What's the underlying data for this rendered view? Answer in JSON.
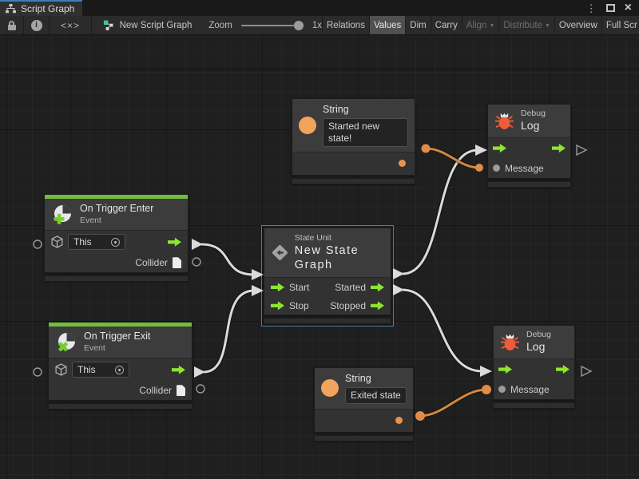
{
  "window": {
    "tab_label": "Script Graph",
    "controls": {
      "menu_icon": "kebab-menu",
      "maximize_icon": "maximize",
      "close_icon": "×"
    }
  },
  "toolbar": {
    "left_icons": [
      "lock",
      "info",
      "code-brackets"
    ],
    "code_glyph": "<×>",
    "graph_label": "New Script Graph",
    "zoom_label": "Zoom",
    "zoom_value": "1x",
    "buttons": [
      {
        "label": "Relations",
        "state": "normal"
      },
      {
        "label": "Values",
        "state": "active"
      },
      {
        "label": "Dim",
        "state": "normal"
      },
      {
        "label": "Carry",
        "state": "normal"
      },
      {
        "label": "Align",
        "state": "disabled",
        "dropdown": true
      },
      {
        "label": "Distribute",
        "state": "disabled",
        "dropdown": true
      },
      {
        "label": "Overview",
        "state": "normal"
      },
      {
        "label": "Full Scr",
        "state": "normal"
      }
    ]
  },
  "nodes": {
    "on_trigger_enter": {
      "title": "On Trigger Enter",
      "subtitle": "Event",
      "target_value": "This",
      "output_label": "Collider"
    },
    "on_trigger_exit": {
      "title": "On Trigger Exit",
      "subtitle": "Event",
      "target_value": "This",
      "output_label": "Collider"
    },
    "state_unit": {
      "type_label": "State Unit",
      "title": "New State Graph",
      "in_ports": [
        "Start",
        "Stop"
      ],
      "out_ports": [
        "Started",
        "Stopped"
      ]
    },
    "string_top": {
      "title": "String",
      "value": "Started new state!"
    },
    "string_bottom": {
      "title": "String",
      "value": "Exited state"
    },
    "debug_top": {
      "type_label": "Debug",
      "title": "Log",
      "input_label": "Message"
    },
    "debug_bottom": {
      "type_label": "Debug",
      "title": "Log",
      "input_label": "Message"
    }
  },
  "connections": [
    {
      "from": "on_trigger_enter.trigger",
      "to": "state_unit.start",
      "type": "flow"
    },
    {
      "from": "on_trigger_exit.trigger",
      "to": "state_unit.stop",
      "type": "flow"
    },
    {
      "from": "state_unit.started",
      "to": "debug_top.enter",
      "type": "flow"
    },
    {
      "from": "state_unit.stopped",
      "to": "debug_bottom.enter",
      "type": "flow"
    },
    {
      "from": "string_top.out",
      "to": "debug_top.message",
      "type": "value"
    },
    {
      "from": "string_bottom.out",
      "to": "debug_bottom.message",
      "type": "value"
    }
  ],
  "colors": {
    "event_accent": "#71be3c",
    "flow_green": "#8de52f",
    "string_orange": "#f2a35c",
    "wire_orange": "#d1873f",
    "wire_white": "#dadada",
    "bug_red": "#f15b38",
    "selection_blue": "#4e7f9e",
    "tab_highlight": "#3e7dbf"
  }
}
